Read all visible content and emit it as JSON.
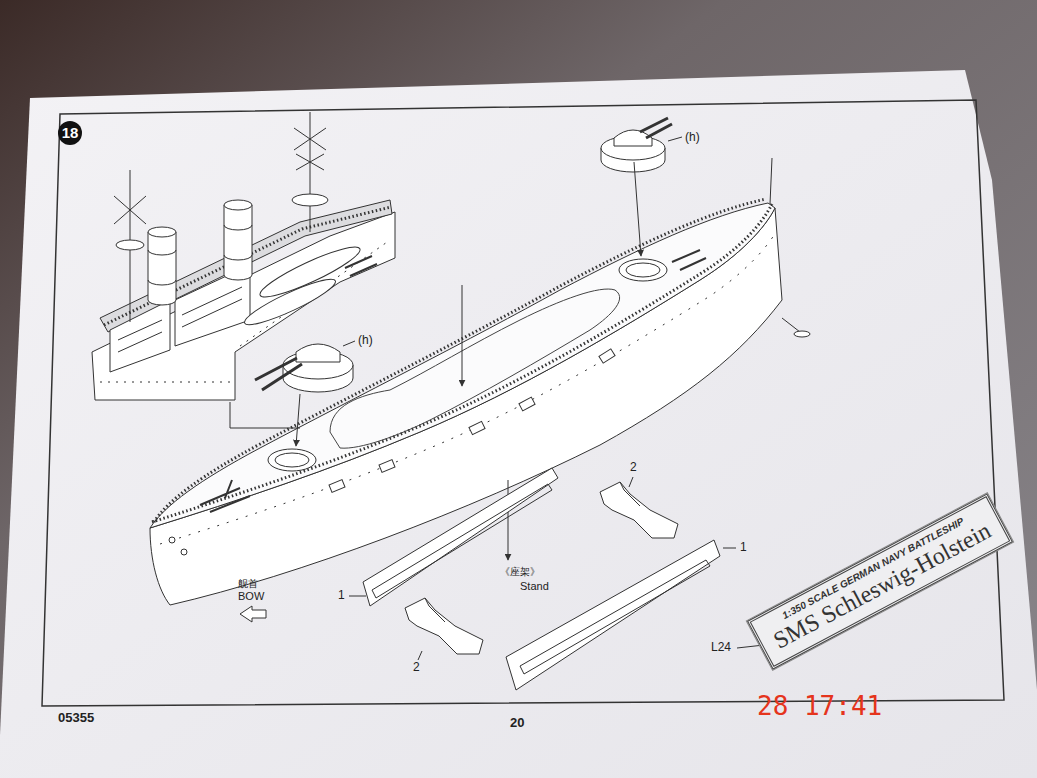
{
  "diagram": {
    "nodes": [
      {
        "text": [
          "18"
        ]
      },
      {
        "text": [
          "1:350 SCALE GERMAN NAVY BATTLESHIP",
          "SMS Schleswig-Holstein"
        ]
      }
    ],
    "labels": [
      "(h)",
      "(h)",
      "舰首",
      "BOW",
      "《座架》",
      "Stand",
      "1",
      "2",
      "2",
      "1",
      "L24",
      "05355",
      "20",
      "28 17:41"
    ]
  }
}
